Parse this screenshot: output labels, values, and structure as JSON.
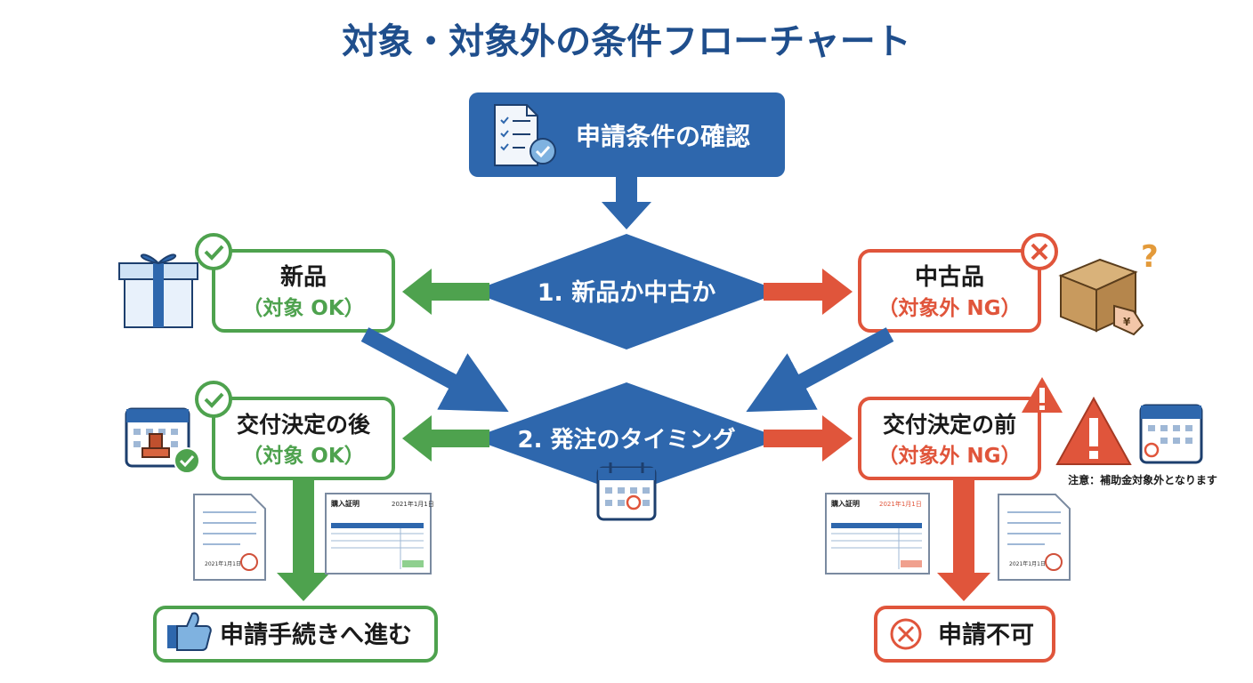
{
  "title": "対象・対象外の条件フローチャート",
  "colors": {
    "blue": "#2e67ad",
    "green": "#4ea24e",
    "red": "#e0553b",
    "title": "#1f4e8c"
  },
  "start": {
    "label": "申請条件の確認",
    "icon": "checklist-document-icon"
  },
  "decision1": {
    "label": "1. 新品か中古か"
  },
  "decision2": {
    "label": "2. 発注のタイミング",
    "icon": "calendar-icon"
  },
  "new_item": {
    "label": "新品",
    "status": "（対象 OK）",
    "icon": "gift-box-icon"
  },
  "used_item": {
    "label": "中古品",
    "status": "（対象外 NG）",
    "icon": "damaged-box-icon"
  },
  "after_decision": {
    "label": "交付決定の後",
    "status": "（対象 OK）",
    "icon": "calendar-stamp-icon"
  },
  "before_decision": {
    "label": "交付決定の前",
    "status": "（対象外 NG）",
    "icon": "warning-calendar-icon"
  },
  "warning_note": "注意：補助金対象外となります",
  "outcome_ok": {
    "label": "申請手続きへ進む",
    "icon": "thumbs-up-icon"
  },
  "outcome_ng": {
    "label": "申請不可",
    "icon": "x-circle-icon"
  },
  "documents": {
    "ok_date_stamp": "2021年1月1日",
    "ok_invoice_title": "購入証明",
    "ok_invoice_date": "2021年1月1日",
    "ng_invoice_title": "購入証明",
    "ng_invoice_date": "2021年1月1日",
    "ng_date_stamp": "2021年1月1日"
  }
}
